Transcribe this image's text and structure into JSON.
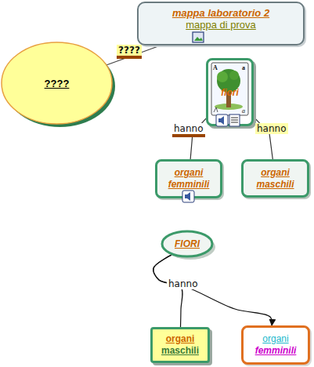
{
  "diagram": {
    "nodes": [
      {
        "text": [
          "mappa laboratorio 2",
          "mappa di prova"
        ]
      },
      {
        "text": [
          "????"
        ]
      },
      {
        "text": [
          "fiori"
        ]
      },
      {
        "text": [
          "organi femminili"
        ]
      },
      {
        "text": [
          "organi maschili"
        ]
      },
      {
        "text": [
          "FIORI"
        ]
      },
      {
        "text": [
          "organi",
          "maschili"
        ]
      },
      {
        "text": [
          "organi",
          "femminili"
        ]
      }
    ],
    "edges": [
      {
        "from": 1,
        "to": 0,
        "arrow": "none",
        "label": "????"
      },
      {
        "from": 2,
        "to": 3,
        "arrow": "none",
        "label": "hanno"
      },
      {
        "from": 2,
        "to": 4,
        "arrow": "none",
        "label": "hanno"
      },
      {
        "from": 5,
        "to": 6,
        "arrow": "none",
        "label": "hanno"
      },
      {
        "from": 5,
        "to": 7,
        "arrow": "to"
      }
    ],
    "labels": [
      "A",
      "a",
      "a"
    ]
  }
}
